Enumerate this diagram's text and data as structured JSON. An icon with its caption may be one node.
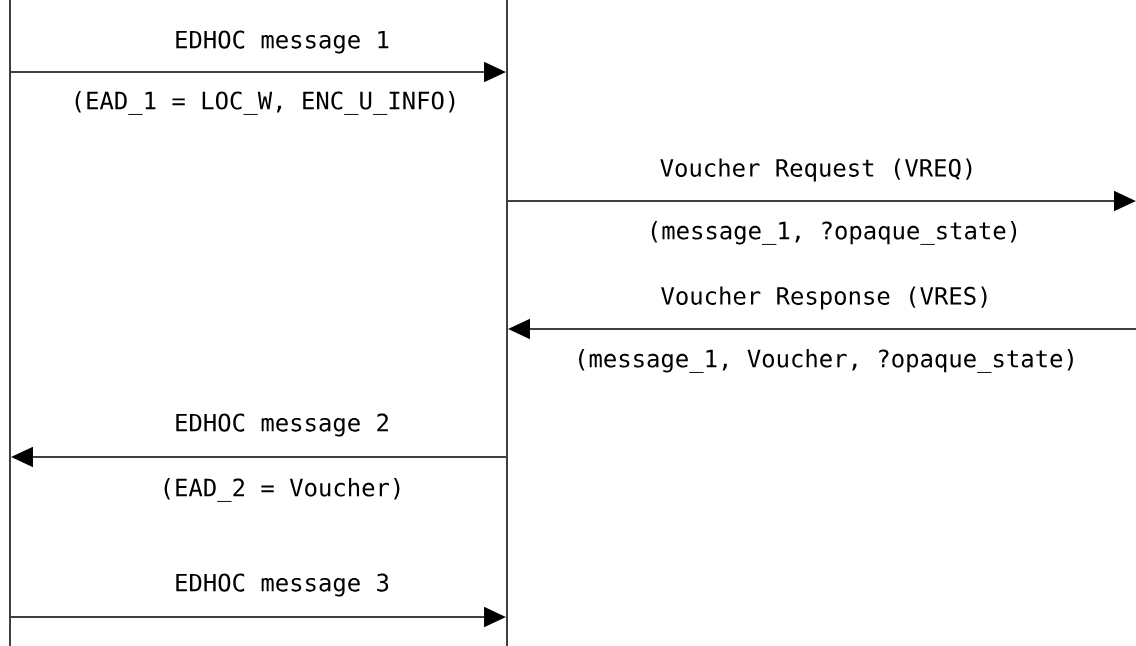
{
  "diagram": {
    "nodes": [
      {
        "text": [],
        "shape": "bar"
      },
      {
        "text": [],
        "shape": "bar"
      }
    ],
    "edges": [
      {
        "from": 0,
        "to": 1,
        "arrow": "to",
        "label": "EDHOC message 1"
      },
      {
        "from": 1,
        "to": null,
        "arrow": "to",
        "label": "Voucher Request (VREQ)"
      },
      {
        "from": null,
        "to": 1,
        "arrow": "to",
        "label": "Voucher Response (VRES)"
      },
      {
        "from": 1,
        "to": 0,
        "arrow": "to",
        "label": "EDHOC message 2"
      },
      {
        "from": 0,
        "to": 1,
        "arrow": "to",
        "label": "EDHOC message 3"
      }
    ],
    "labels": [
      "(EAD_1 = LOC_W, ENC_U_INFO)",
      "(message_1, ?opaque_state)",
      "(message_1, Voucher, ?opaque_state)",
      "(EAD_2 = Voucher)"
    ]
  }
}
